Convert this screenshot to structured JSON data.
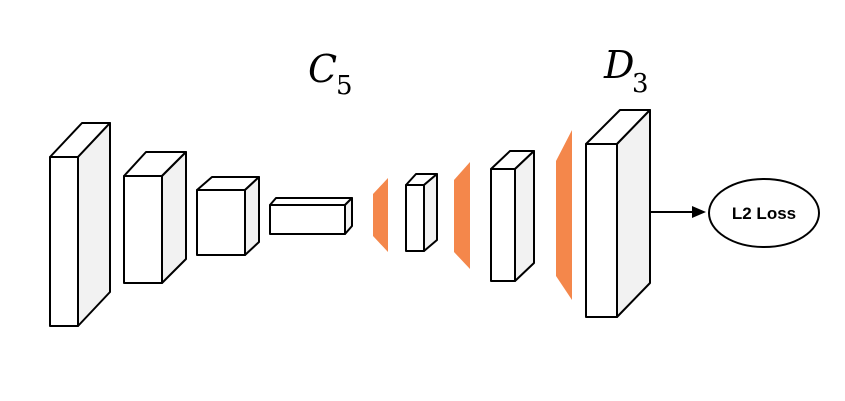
{
  "labels": {
    "c5": {
      "main": "C",
      "sub": "5"
    },
    "d3": {
      "main": "D",
      "sub": "3"
    }
  },
  "loss": {
    "text": "L2 Loss"
  },
  "colors": {
    "stroke": "#000000",
    "face": "#ffffff",
    "accent": "#f4874b"
  }
}
